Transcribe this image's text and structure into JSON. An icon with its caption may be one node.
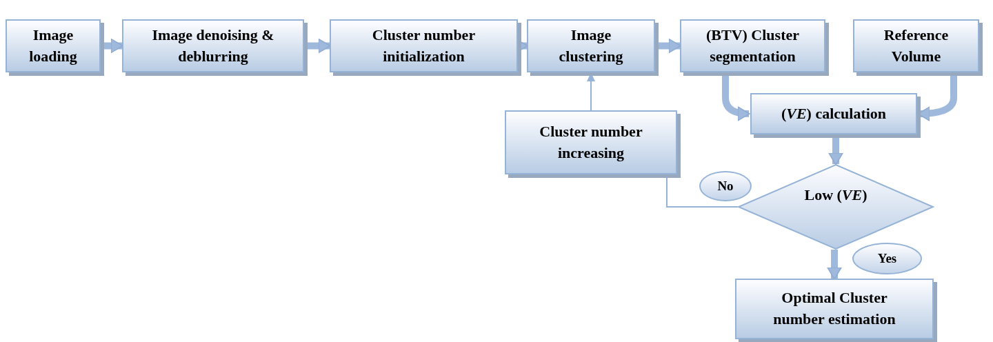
{
  "diagram": {
    "nodes": [
      {
        "text": [
          "Image loading"
        ]
      },
      {
        "text": [
          "Image denoising & deblurring"
        ]
      },
      {
        "text": [
          "Cluster number initialization"
        ]
      },
      {
        "text": [
          "Image clustering"
        ]
      },
      {
        "text": [
          "(BTV) Cluster segmentation"
        ]
      },
      {
        "text": [
          "Reference Volume"
        ]
      },
      {
        "text": [
          "(*VE*)  calculation"
        ]
      },
      {
        "text": [
          "Cluster number increasing"
        ]
      },
      {
        "text": [
          "Low (*VE*)"
        ]
      },
      {
        "text": [
          "Optimal Cluster number estimation"
        ]
      }
    ],
    "edges": [
      {
        "from": 0,
        "to": 1,
        "arrow": "to"
      },
      {
        "from": 1,
        "to": 2,
        "arrow": "to"
      },
      {
        "from": 2,
        "to": 3,
        "arrow": "to"
      },
      {
        "from": 3,
        "to": 4,
        "arrow": "to"
      },
      {
        "from": 4,
        "to": 6,
        "arrow": "to"
      },
      {
        "from": 5,
        "to": 6,
        "arrow": "to"
      },
      {
        "from": 6,
        "to": 8,
        "arrow": "to"
      },
      {
        "from": 8,
        "to": 7,
        "arrow": "none",
        "label": "No"
      },
      {
        "from": 7,
        "to": 3,
        "arrow": "to"
      },
      {
        "from": 8,
        "to": 9,
        "arrow": "to",
        "label": "Yes"
      }
    ]
  }
}
